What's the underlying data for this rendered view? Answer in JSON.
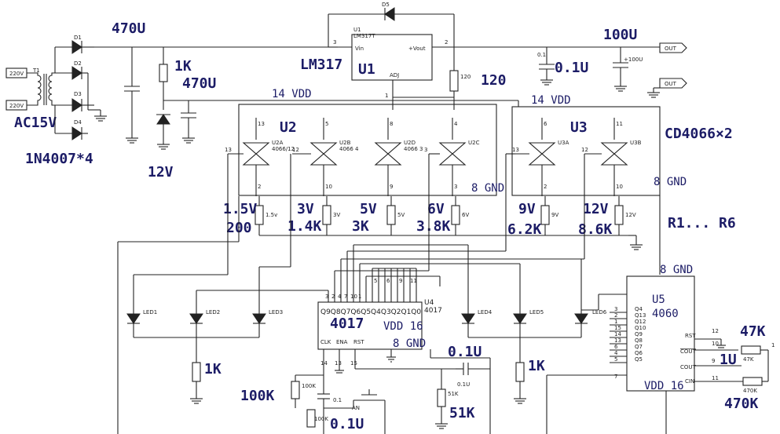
{
  "diagram": {
    "power": {
      "ac_in_top": "220V",
      "ac_in_bottom": "220V",
      "transformer_ref": "T1",
      "ac_voltage": "AC15V",
      "diodes": [
        "D1",
        "D2",
        "D3",
        "D4"
      ],
      "diode_part": "1N4007*4",
      "cap_filter": "470U",
      "resistor_1k": "1K",
      "cap_zener": "470U",
      "zener": "12V"
    },
    "regulator": {
      "ref": "U1",
      "ref_small": "U1",
      "part_small": "LM317T",
      "part_label": "LM317",
      "pin_vin": "Vin",
      "pin_vout": "+Vout",
      "pin_adj": "ADJ",
      "pin3": "3",
      "pin2": "2",
      "pin1": "1",
      "diode_ref": "D5",
      "r_adj": "120",
      "r_adj_small": "120",
      "cap_out1": "0.1U",
      "cap_out1_small": "0.1",
      "cap_out2": "100U",
      "cap_out2_small": "+100U",
      "out_port1": "OUT",
      "out_port2": "OUT"
    },
    "switches": {
      "u2_label": "U2",
      "u3_label": "U3",
      "vdd_u2": "14 VDD",
      "vdd_u3": "14 VDD",
      "gnd_u2": "8 GND",
      "gnd_u3": "8 GND",
      "part": "CD4066×2",
      "gates": [
        {
          "tag": "U2A",
          "sub": "4066/12",
          "pin_top": "13",
          "pin_bot": "2"
        },
        {
          "tag": "U2B",
          "sub": "4066 4",
          "pin_top": "5",
          "pin_bot": "10"
        },
        {
          "tag": "U2D",
          "sub": "4066 3",
          "pin_top": "8",
          "pin_bot": "9"
        },
        {
          "tag": "U2C",
          "sub": "",
          "pin_top": "4",
          "pin_bot": "3"
        },
        {
          "tag": "U3A",
          "sub": "",
          "pin_top": "6",
          "pin_bot": "2"
        },
        {
          "tag": "U3B",
          "sub": "",
          "pin_top": "11",
          "pin_bot": "10"
        }
      ],
      "side_pins": [
        "13",
        "12",
        "3",
        "13",
        "12"
      ]
    },
    "divider": {
      "values": [
        {
          "v": "1.5V",
          "r": "200",
          "v_small": "1.5v"
        },
        {
          "v": "3V",
          "r": "1.4K",
          "v_small": "3V"
        },
        {
          "v": "5V",
          "r": "3K",
          "v_small": "5V"
        },
        {
          "v": "6V",
          "r": "3.8K",
          "v_small": "6V"
        },
        {
          "v": "9V",
          "r": "6.2K",
          "v_small": "9V"
        },
        {
          "v": "12V",
          "r": "8.6K",
          "v_small": "12V"
        }
      ],
      "note": "R1... R6"
    },
    "counter": {
      "ref": "U4",
      "ref_sub": "4017",
      "part": "4017",
      "vdd": "VDD 16",
      "gnd": "8 GND",
      "outputs": "Q9Q8Q7Q6Q5Q4Q3Q2Q1Q0",
      "pins_bottom": [
        "CLK",
        "ENA",
        "RST"
      ],
      "pin_numbers": [
        "14",
        "13",
        "15"
      ],
      "top_pins": [
        "3",
        "2",
        "4",
        "7",
        "10",
        "1",
        "5",
        "6",
        "9",
        "11"
      ],
      "cap": "0.1U",
      "cap_small": "0.1U",
      "r_51k": "51K",
      "r_51k_small": "51K",
      "r_100k": "100K",
      "r_100k_small": "100K",
      "r_100k_small2": "100K",
      "cap_bottom": "0.1U",
      "cap_bottom_small": "0.1",
      "switch": "AN"
    },
    "leds": {
      "labels": [
        "LED1",
        "LED2",
        "LED3",
        "LED4",
        "LED5",
        "LED6"
      ],
      "r_left": "1K",
      "r_right": "1K"
    },
    "oscillator": {
      "ref": "U5",
      "part": "4060",
      "gnd": "8 GND",
      "vdd": "VDD 16",
      "outputs": [
        "Q4",
        "Q13",
        "Q12",
        "Q10",
        "Q9",
        "Q8",
        "Q7",
        "Q6",
        "Q5"
      ],
      "output_pins": [
        "3",
        "2",
        "1",
        "15",
        "14",
        "13",
        "6",
        "4",
        "5",
        "7"
      ],
      "pin_rst": "RST",
      "pin_cout_bar": "COUT",
      "pin_cout": "COUT",
      "pin_cin": "CIN",
      "pin_nums": [
        "12",
        "10",
        "9",
        "11"
      ],
      "cap": "1U",
      "r_47k": "47K",
      "r_47k_small": "47K",
      "r_470k": "470K",
      "r_470k_small": "470K",
      "one": "1"
    }
  }
}
